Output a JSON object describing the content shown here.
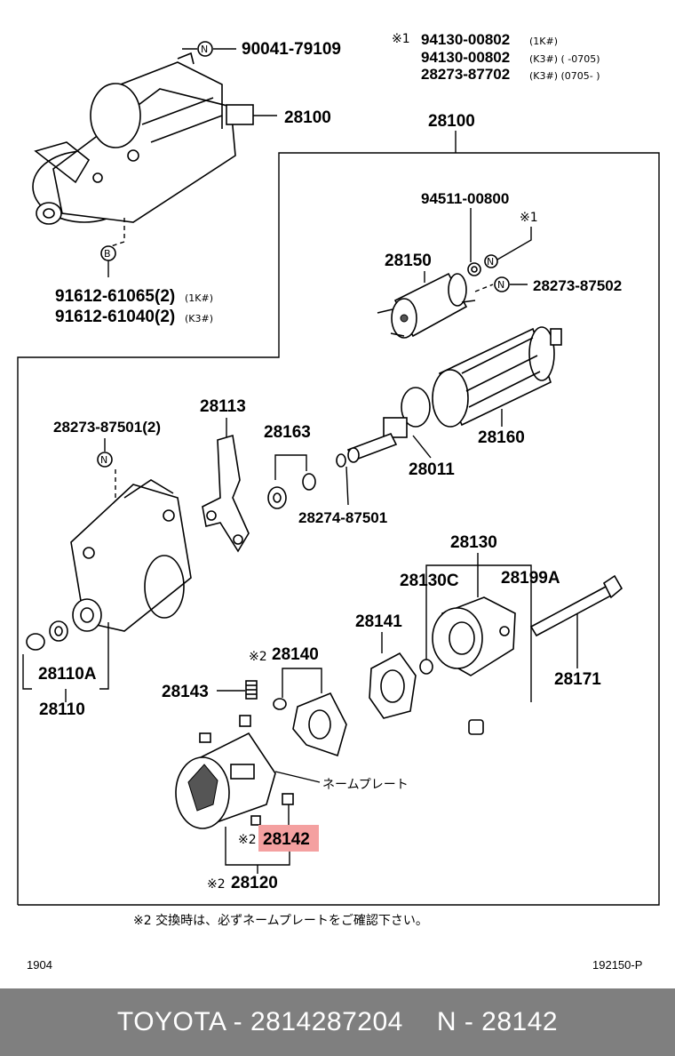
{
  "labels": {
    "p90041": "90041-79109",
    "p28100_top": "28100",
    "p28100_box": "28100",
    "note1_mark": "※1",
    "note1_line1": "94130-00802",
    "note1_line1_tag": "(1K#)",
    "note1_line2": "94130-00802",
    "note1_line2_tag": "(K3#)  (          -0705)",
    "note1_line3": "28273-87702",
    "note1_line3_tag": "(K3#)  (0705-          )",
    "p91612a": "91612-61065(2)",
    "p91612a_tag": "(1K#)",
    "p91612b": "91612-61040(2)",
    "p91612b_tag": "(K3#)",
    "p94511": "94511-00800",
    "mark1_small": "※1",
    "p28150": "28150",
    "p28273_87502": "28273-87502",
    "p28273_87501": "28273-87501(2)",
    "p28113": "28113",
    "p28163": "28163",
    "p28274": "28274-87501",
    "p28011": "28011",
    "p28160": "28160",
    "p28110A": "28110A",
    "p28110": "28110",
    "p28130": "28130",
    "p28130C": "28130C",
    "p28199A": "28199A",
    "p28171": "28171",
    "p28141": "28141",
    "p28140": "28140",
    "p28140_mark": "※2",
    "p28143": "28143",
    "nameplate": "ネームプレート",
    "p28142": "28142",
    "p28142_mark": "※2",
    "p28120": "28120",
    "p28120_mark": "※2",
    "note2": "※2  交換時は、必ずネームプレートをご確認下さい。",
    "code_left": "1904",
    "code_right": "192150-P",
    "badge_n": "N",
    "badge_b": "B"
  },
  "footer": {
    "brand": "TOYOTA - 2814287204",
    "ref": "N - 28142"
  },
  "colors": {
    "highlight": "#f4a0a0",
    "footer_bg": "#7f7f7f",
    "footer_text": "#ffffff"
  }
}
